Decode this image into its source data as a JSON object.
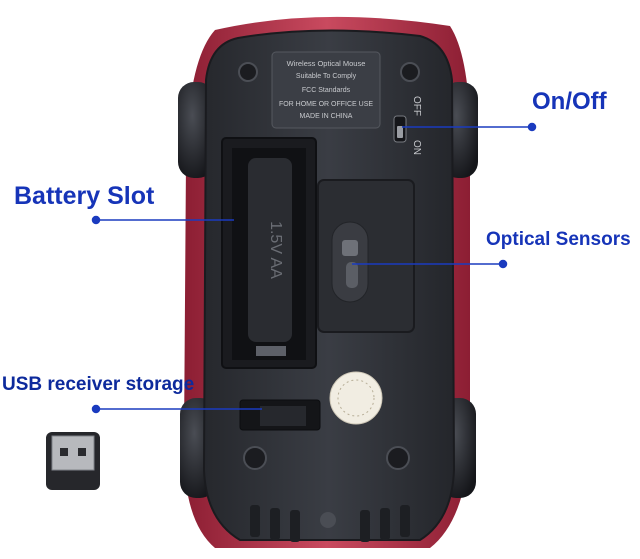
{
  "callouts": {
    "battery_slot": "Battery Slot",
    "on_off": "On/Off",
    "optical_sensors": "Optical Sensors",
    "usb_storage": "USB receiver storage"
  },
  "product_label": {
    "line1": "Wireless Optical Mouse",
    "line2": "Suitable To Comply",
    "line3": "FCC Standards",
    "line4": "FOR HOME OR OFFICE USE",
    "line5": "MADE IN CHINA"
  },
  "switch": {
    "off": "OFF",
    "on": "ON"
  },
  "battery_marking": "1.5V AA",
  "colors": {
    "callout_text": "#1634b8",
    "callout_line": "#1a3bbf",
    "mouse_body": "#2e3036",
    "mouse_shell": "#b8324a"
  }
}
